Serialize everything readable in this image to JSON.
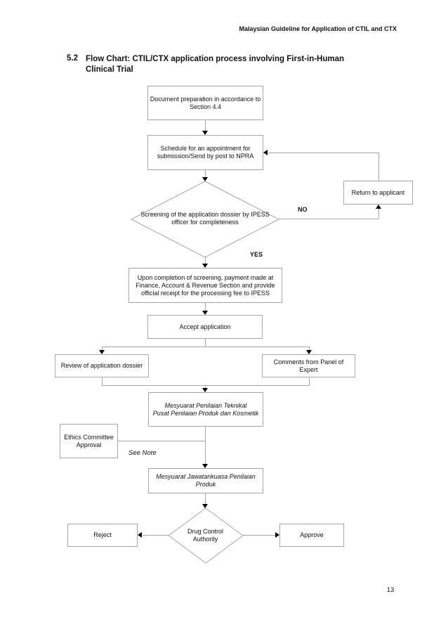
{
  "page": {
    "header": "Malaysian Guideline for Application of CTIL and CTX",
    "section_number": "5.2",
    "title_line1": "Flow Chart: CTIL/CTX application process involving First-in-Human",
    "title_line2": "Clinical Trial",
    "page_number": "13"
  },
  "flowchart": {
    "nodes": {
      "doc_prep": {
        "label": "Document preparation in accordance to Section 4.4",
        "shape": "process"
      },
      "schedule": {
        "label": "Schedule for an appointment for submission/Send by post to NPRA",
        "shape": "process"
      },
      "screening": {
        "label": "Screening of the application dossier by IPESS officer for completeness",
        "shape": "decision"
      },
      "return_applicant": {
        "label": "Return to applicant",
        "shape": "process"
      },
      "payment": {
        "label": "Upon completion of screening, payment made at Finance, Account & Revenue Section and provide official receipt for the processing fee to IPESS",
        "shape": "process"
      },
      "accept": {
        "label": "Accept application",
        "shape": "process"
      },
      "review": {
        "label": "Review of application dossier",
        "shape": "process"
      },
      "comments": {
        "label": "Comments from Panel of Expert",
        "shape": "process"
      },
      "teknikal": {
        "line1": "Mesyuarat Penilaian Teknikal",
        "line2": "Pusat Penilaian Produk dan Kosmetik",
        "shape": "process",
        "style": "italic"
      },
      "ethics": {
        "label": "Ethics Committee Approval",
        "shape": "process"
      },
      "jawatankuasa": {
        "label": "Mesyuarat Jawatankuasa Penilaian Produk",
        "shape": "process",
        "style": "italic"
      },
      "dca": {
        "line1": "Drug Control",
        "line2": "Authority",
        "shape": "decision"
      },
      "reject": {
        "label": "Reject",
        "shape": "process"
      },
      "approve": {
        "label": "Approve",
        "shape": "process"
      }
    },
    "edge_labels": {
      "no": "NO",
      "yes": "YES",
      "see_note": "See Note"
    },
    "colors": {
      "line": "#a6a6a6",
      "arrowhead": "#000000",
      "text": "#111111",
      "background": "#ffffff"
    }
  }
}
